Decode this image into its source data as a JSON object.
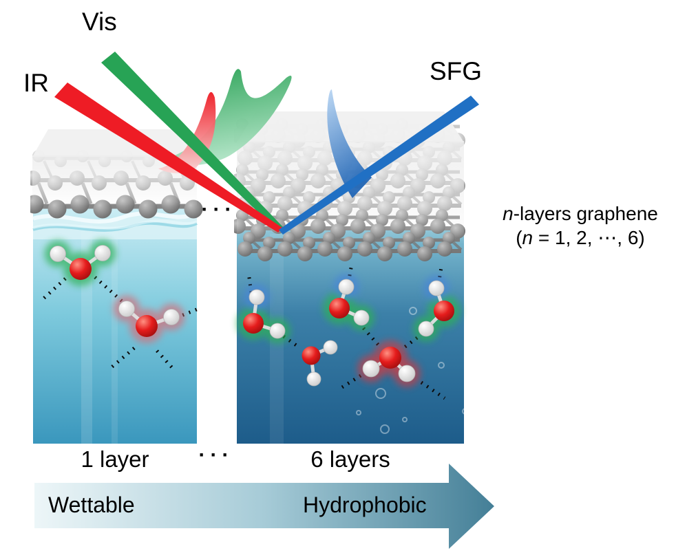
{
  "labels": {
    "vis": "Vis",
    "ir": "IR",
    "sfg": "SFG"
  },
  "caption": {
    "line1_italic": "n",
    "line1_text": "-layers graphene",
    "line2_pre": "(",
    "line2_italic": "n",
    "line2_post": " = 1, 2, ⋯, 6)"
  },
  "dots": {
    "between_blocks": "···",
    "between_labels": "···"
  },
  "layer_labels": {
    "left": "1 layer",
    "right": "6 layers"
  },
  "arrow": {
    "left": "Wettable",
    "right": "Hydrophobic",
    "gradient_start": "#edf6f8",
    "gradient_end": "#447f97"
  },
  "beam_colors": {
    "ir": "#ee1c25",
    "vis": "#27a355",
    "sfg": "#2070c4"
  },
  "molecule_colors": {
    "oxygen": "#e51c1c",
    "hydrogen": "#ffffff",
    "glow_green": "#2db157",
    "glow_blue": "#4a86d8",
    "glow_pink": "#d4717c",
    "glow_red": "#c4404a"
  },
  "water_colors": {
    "left_top": "#cdeef5",
    "left_bottom": "#3a97bd",
    "right_top": "#84c2d5",
    "right_bottom": "#1d5c8a"
  },
  "graphene_color": "#9a9a9a"
}
